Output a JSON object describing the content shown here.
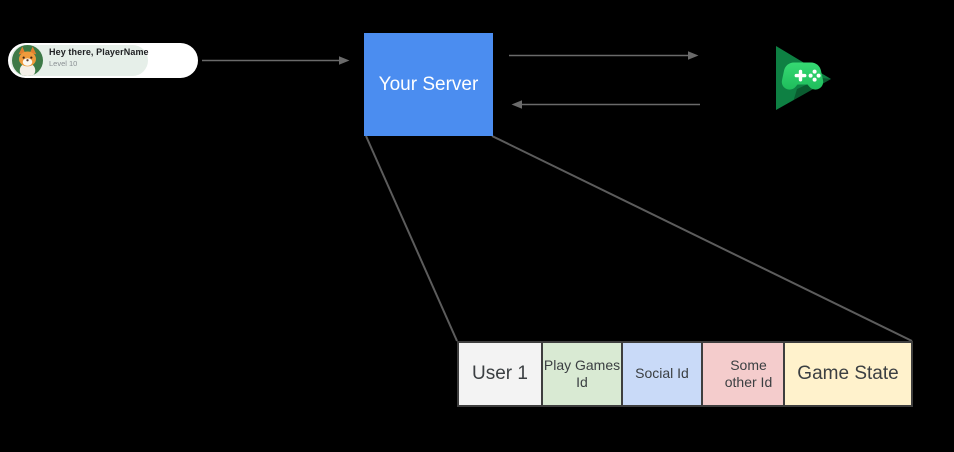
{
  "canvas": {
    "background": "#000000"
  },
  "player_card": {
    "title": "Hey there, PlayerName",
    "subtitle": "Level 10",
    "colors": {
      "card_bg": "#ffffff",
      "inner_bg": "#e6efe9",
      "avatar_bg": "#3d7a47",
      "title_text": "#202124",
      "subtitle_text": "#8a8f94"
    }
  },
  "server_box": {
    "label": "Your Server",
    "bg": "#4b8df0",
    "text_color": "#ffffff"
  },
  "play_games": {
    "icon": "play-games-icon",
    "triangle_color": "#0e8043",
    "gamepad_color_top": "#36d973",
    "gamepad_color_bottom": "#1fbd5c",
    "detail_color": "#ffffff"
  },
  "table": {
    "border_color": "#3e3e3e",
    "text_color": "#3b3f42",
    "cells": [
      {
        "label": "User 1",
        "bg": "#f3f3f3"
      },
      {
        "label": "Play Games Id",
        "bg": "#d9ead3"
      },
      {
        "label": "Social Id",
        "bg": "#c9daf8"
      },
      {
        "label": "Some other Id",
        "bg": "#f4cccc"
      },
      {
        "label": "Game State",
        "bg": "#fff2cc"
      }
    ]
  },
  "connectors": {
    "color": "#6a6a6a",
    "diagonal_color": "#5c5c5c",
    "edges": [
      {
        "from": "player-card",
        "to": "your-server",
        "arrow": "right"
      },
      {
        "from": "your-server",
        "to": "play-games",
        "arrow": "right"
      },
      {
        "from": "play-games",
        "to": "your-server",
        "arrow": "left"
      },
      {
        "from": "your-server-bottom-left",
        "to": "user-table-top-left",
        "arrow": "none"
      },
      {
        "from": "your-server-bottom-right",
        "to": "user-table-top-right",
        "arrow": "none"
      }
    ]
  }
}
